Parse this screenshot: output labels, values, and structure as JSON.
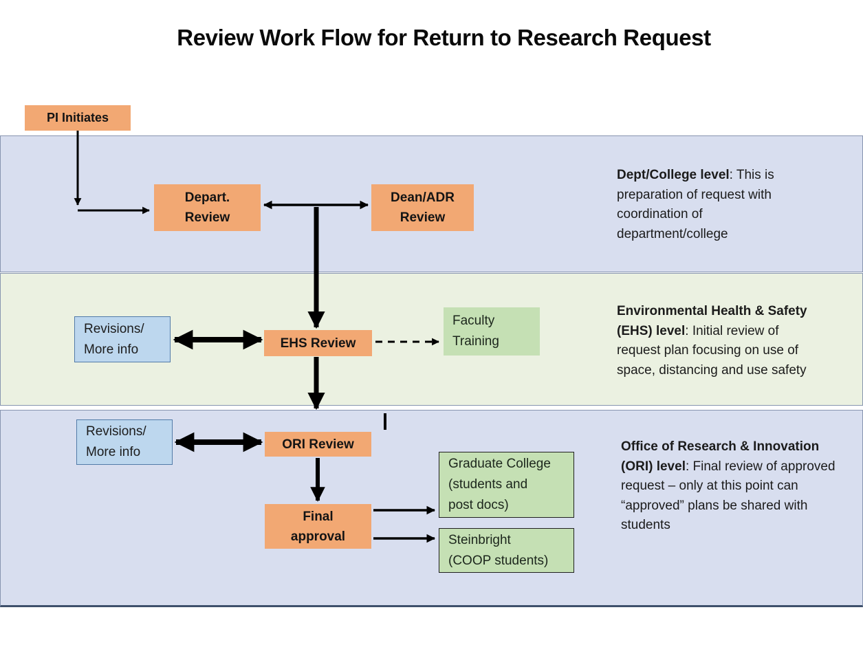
{
  "title": "Review Work Flow for Return to Research Request",
  "nodes": {
    "pi_initiates": "PI Initiates",
    "depart_review": "Depart.\nReview",
    "dean_adr_review": "Dean/ADR\nReview",
    "revisions_ehs": "Revisions/\nMore info",
    "ehs_review": "EHS Review",
    "faculty_training": "Faculty\nTraining",
    "revisions_ori": "Revisions/\nMore info",
    "ori_review": "ORI Review",
    "final_approval": "Final\napproval",
    "graduate_college": "Graduate College\n(students and\npost docs)",
    "steinbright": "Steinbright\n(COOP students)"
  },
  "annotations": [
    {
      "bold": "Dept/College level",
      "rest": ": This is preparation of request with coordination of department/college"
    },
    {
      "bold": "Environmental Health & Safety (EHS) level",
      "rest": ": Initial review of request plan focusing on use of space, distancing and use safety"
    },
    {
      "bold": "Office of Research & Innovation (ORI) level",
      "rest": ": Final review of approved request – only at this point can “approved” plans be shared with students"
    }
  ],
  "colors": {
    "orange": "#F2A873",
    "blue_fill": "#BDD7EE",
    "blue_border": "#517AA8",
    "green_fill": "#C5E0B4",
    "band_blue": "#D8DEEF",
    "band_green": "#EBF1E1",
    "band_border": "#8795AF",
    "band_dark_border": "#3E506B",
    "arrow": "#000000"
  }
}
